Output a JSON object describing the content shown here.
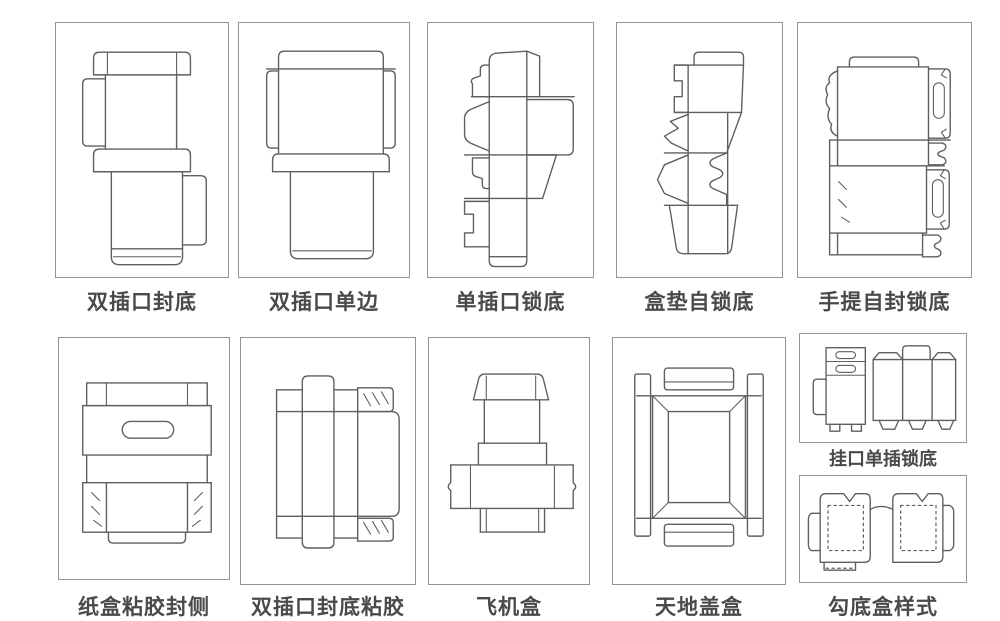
{
  "page": {
    "description": "Grid of carton box dieline template drawings with Chinese style names",
    "background": "#ffffff"
  },
  "colors": {
    "panel_frame": "#949494",
    "dieline_stroke": "#5f5f5f",
    "label_text": "#4a4a4a"
  },
  "panels": [
    {
      "id": "double-tuck-seal-bottom",
      "label": "双插口封底"
    },
    {
      "id": "double-tuck-single-side",
      "label": "双插口单边"
    },
    {
      "id": "single-tuck-lock-bottom",
      "label": "单插口锁底"
    },
    {
      "id": "box-pad-self-lock-bottom",
      "label": "盒垫自锁底"
    },
    {
      "id": "handle-self-seal-lock-bottom",
      "label": "手提自封锁底"
    },
    {
      "id": "carton-glue-side-seal",
      "label": "纸盒粘胶封侧"
    },
    {
      "id": "double-tuck-seal-bottom-glue",
      "label": "双插口封底粘胶"
    },
    {
      "id": "airplane-box",
      "label": "飞机盒"
    },
    {
      "id": "lid-and-base-box",
      "label": "天地盖盒"
    },
    {
      "id": "hang-hole-single-tuck-lock-bottom",
      "label": "挂口单插锁底"
    },
    {
      "id": "hook-bottom-box-style",
      "label": "勾底盒样式"
    }
  ]
}
